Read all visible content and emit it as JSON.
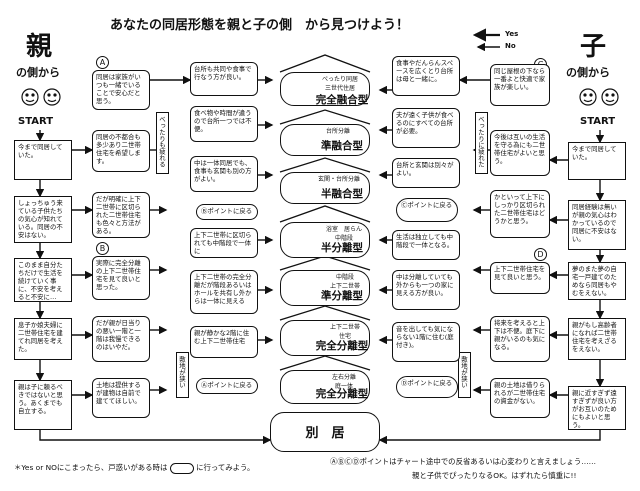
{
  "title": "あなたの同居形態を親と子の側　から見つけよう！",
  "legend": {
    "yes": "Yes",
    "no": "No"
  },
  "parent_side": {
    "char": "親",
    "sub": "の側から",
    "start": "START"
  },
  "child_side": {
    "char": "子",
    "sub": "の側から",
    "start": "START"
  },
  "types": [
    {
      "name": "完全融合型",
      "sub": "べったり同居\n三世代住居"
    },
    {
      "name": "準融合型",
      "sub": "台所分離"
    },
    {
      "name": "半融合型",
      "sub": "玄関・台所分離"
    },
    {
      "name": "半分離型",
      "sub": "浴室　居らん\n中階段"
    },
    {
      "name": "準分離型",
      "sub": "中階段\n上下二世帯"
    },
    {
      "name": "完全分離型",
      "sub": "上下二世帯\n住宅"
    },
    {
      "name": "完全分離型",
      "sub": "左右分離\n庭一体"
    },
    {
      "name": "別　居",
      "sub": ""
    }
  ],
  "parent_boxes": {
    "p1": "今まで同居していた。",
    "p2": "しょっちゅう来ている子供たちの気心が知れている。同居の不安はない。",
    "p3": "このまま自分たちだけで生活を続けていく事に、不安を考えると不安に…",
    "p4": "息子か娘夫婦に二世帯住宅を建てれ同居を考えた。",
    "p5": "親は子に頼るべきではないと思う。あくまでも自立する。",
    "pa": "同居は家族がいつも一緒でいることで安心だと思う。",
    "pb": "同居の不都合も多少あり二世帯住宅を希望します。",
    "pc": "だが明確に上下二世帯に区切られた二世帯住宅も色々と方法がある。",
    "pd": "実際に完全分離の上下二世帯住宅を見て良いと思った。",
    "pe": "だが親が日当りの悪い一階と一階は我慢できるのはいやだ。",
    "pf": "土地は提供するが建物は自前で建ててほしい。"
  },
  "center_left_boxes": {
    "c1": "台所も共同や食事で行なう方が良い。",
    "c2": "食べ物や時間が違うので台所一つでは不便。",
    "c3": "中は一体同居でも、食事も玄関も別の方がよい。",
    "c4": "Ⓑポイントに戻る",
    "c5": "上下二世帯に区切られても中階段で一体に",
    "c6": "上下二世帯の完全分離だが階段あるいはホールを共有し外からは一体に見える",
    "c7": "親が静かな2階に住む上下二世帯住宅",
    "c8": "Ⓐポイントに戻る"
  },
  "center_right_boxes": {
    "r1": "食事やだんらんスペースを広くとり台所は母と一緒に。",
    "r2": "夫が遠く子供が食べるのにすべての台所が必要。",
    "r3": "台所と玄関は別々がよい。",
    "r4": "Ⓒポイントに戻る",
    "r5": "生活は独立しても中階段で一体となる。",
    "r6": "中は分離していても外からも一つの家に見える方が良い。",
    "r7": "音を出しても気にならない1階に住む(庭付き)。",
    "r8": "Ⓓポイントに戻る"
  },
  "child_boxes": {
    "k1": "今まで同居していた。",
    "k2": "同居経験は無いが親の気心はわかっているので同居に不安はない。",
    "k3": "夢のまた夢の自宅一戸建てのためなら同居もやむをえない。",
    "k4": "親がもし高齢者になれば二世帯住宅を考えざるをえない。",
    "k5": "親に近すぎず遠すぎずが良い方がお互いのためにもよいと思う。",
    "ka": "同じ屋根の下なら一番よと快適で家族が楽しい。",
    "kb": "今後は互いの生活を守る為にも二世帯住宅がよいと思う。",
    "kc": "かといって上下にしっかり区切られた二世帯住宅はどうかと思う。",
    "kd": "上下二世帯住宅を見て良いと思う。",
    "ke": "将来を考えると上下は不便。庭下に親がいるのも気になる。",
    "kf": "親の土地は借りられるが二世帯住宅の資金がない。"
  },
  "vertical_labels": {
    "v1": "べったりも疲れる",
    "v2": "べったりに疲れた",
    "v3": "敷地が狭い",
    "v4": "敷地が狭い"
  },
  "markers": {
    "A": "A",
    "B": "B",
    "C": "C",
    "D": "D"
  },
  "footer_left": "＊Yes or NOにこまったら、戸惑いがある時は",
  "footer_left2": "に行ってみよう。",
  "footer_right1": "ⒶⒷⒸⒹポイントはチャート途中での反省あるいは心変わりと言えましょう……",
  "footer_right2": "親と子供でぴったりなるOK。はずれたら慎重に!!"
}
